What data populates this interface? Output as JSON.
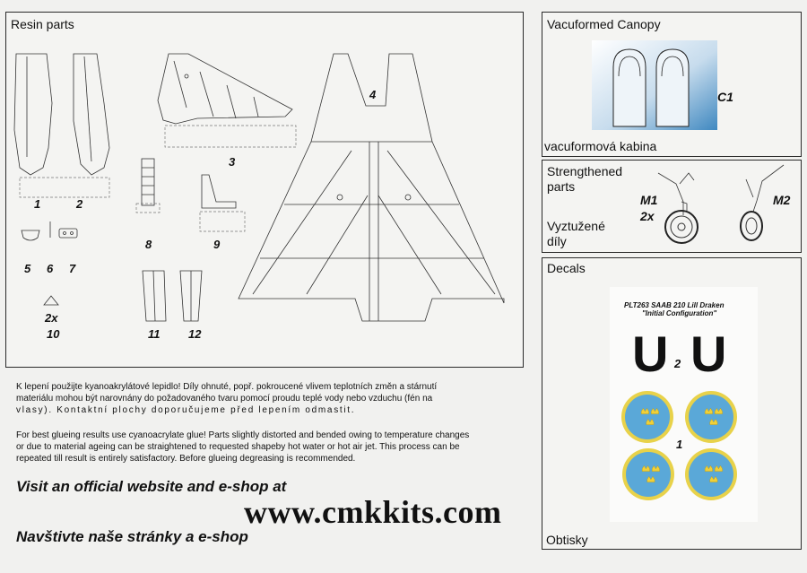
{
  "resin": {
    "title": "Resin parts",
    "labels": [
      "1",
      "2",
      "3",
      "4",
      "5",
      "6",
      "7",
      "8",
      "9",
      "10",
      "11",
      "12"
    ],
    "qty10": "2x"
  },
  "canopy": {
    "title": "Vacuformed Canopy",
    "code": "C1",
    "subtitle": "vacuformová kabina"
  },
  "strength": {
    "title_line1": "Strengthened",
    "title_line2": "parts",
    "m1": "M1",
    "m1_qty": "2x",
    "m2": "M2",
    "cz_line1": "Vyztužené",
    "cz_line2": "díly"
  },
  "decals": {
    "title": "Decals",
    "sheet_line1": "PLT263 SAAB 210 Lill Draken",
    "sheet_line2": "\"Initial Configuration\"",
    "letter": "U",
    "num2": "2",
    "num1": "1",
    "footer": "Obtisky",
    "colors": {
      "roundel_blue": "#5aa8d8",
      "roundel_yellow": "#e8d24a",
      "crown": "#f0d038"
    }
  },
  "notes": {
    "cz_l1": "K lepení použijte kyanoakrylátové lepidlo! Díly ohnuté, popř. pokroucené vlivem teplotních změn a stárnutí",
    "cz_l2": "materiálu mohou být narovnány do požadovaného tvaru pomocí proudu teplé vody nebo vzduchu (fén na",
    "cz_l3": "vlasy). Kontaktní plochy doporučujeme před lepením odmastit.",
    "en_l1": "For best glueing results use cyanoacrylate glue! Parts slightly distorted and bended owing to temperature changes",
    "en_l2": "or due to material ageing can be straightened to requested shapeby hot water or hot air jet. This process can be",
    "en_l3": "repeated till result is entirely satisfactory. Before glueing degreasing is recommended."
  },
  "footer": {
    "visit": "Visit an official website and e-shop at",
    "url": "www.cmkkits.com",
    "visit_cz": "Navštivte naše stránky a e-shop"
  }
}
